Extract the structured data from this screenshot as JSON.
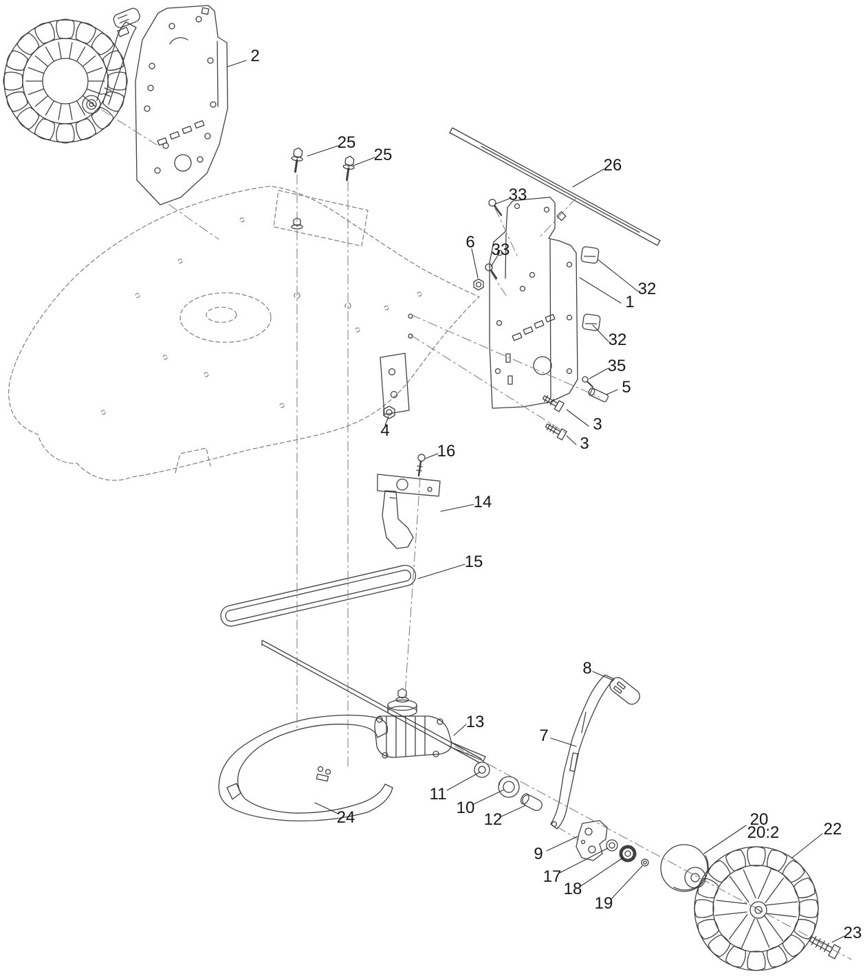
{
  "figure": {
    "kind": "exploded-parts-diagram",
    "background_color": "#ffffff",
    "line_color": "#3f3f3f",
    "callout_text_color": "#161616",
    "callouts": [
      {
        "label": "2"
      },
      {
        "label": "25"
      },
      {
        "label": "25"
      },
      {
        "label": "26"
      },
      {
        "label": "33"
      },
      {
        "label": "6"
      },
      {
        "label": "33"
      },
      {
        "label": "32"
      },
      {
        "label": "1"
      },
      {
        "label": "32"
      },
      {
        "label": "35"
      },
      {
        "label": "5"
      },
      {
        "label": "3"
      },
      {
        "label": "3"
      },
      {
        "label": "4"
      },
      {
        "label": "16"
      },
      {
        "label": "14"
      },
      {
        "label": "15"
      },
      {
        "label": "13"
      },
      {
        "label": "8"
      },
      {
        "label": "7"
      },
      {
        "label": "11"
      },
      {
        "label": "10"
      },
      {
        "label": "12"
      },
      {
        "label": "24"
      },
      {
        "label": "9"
      },
      {
        "label": "17"
      },
      {
        "label": "18"
      },
      {
        "label": "19"
      },
      {
        "label": "20"
      },
      {
        "label": "20:2"
      },
      {
        "label": "22"
      },
      {
        "label": "23"
      }
    ]
  }
}
